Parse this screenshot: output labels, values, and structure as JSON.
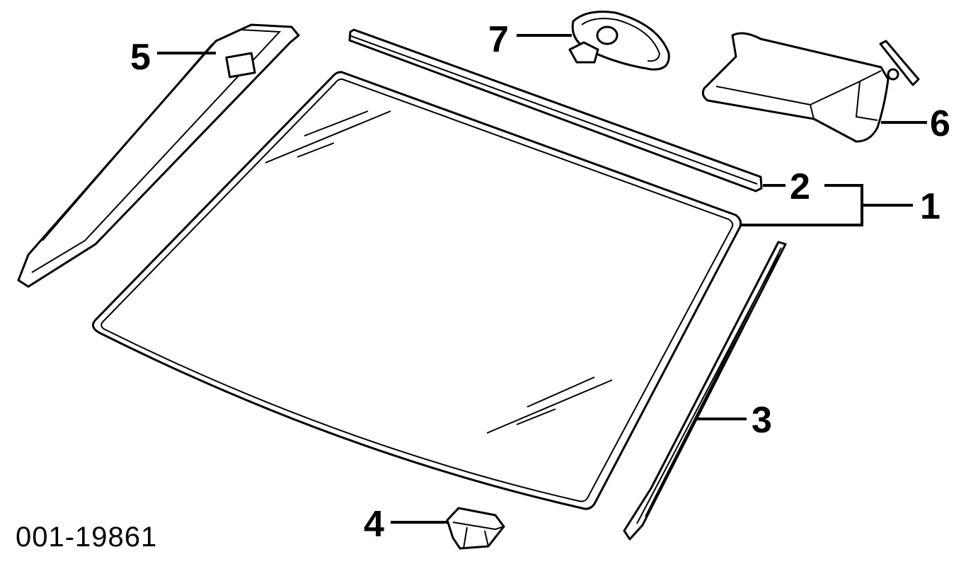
{
  "diagram": {
    "drawing_code": "001-19861",
    "callouts": [
      {
        "number": "1",
        "part": "windshield-assembly"
      },
      {
        "number": "2",
        "part": "upper-molding"
      },
      {
        "number": "3",
        "part": "side-molding"
      },
      {
        "number": "4",
        "part": "clip"
      },
      {
        "number": "5",
        "part": "pillar-trim"
      },
      {
        "number": "6",
        "part": "sun-visor"
      },
      {
        "number": "7",
        "part": "rearview-mirror"
      }
    ]
  }
}
